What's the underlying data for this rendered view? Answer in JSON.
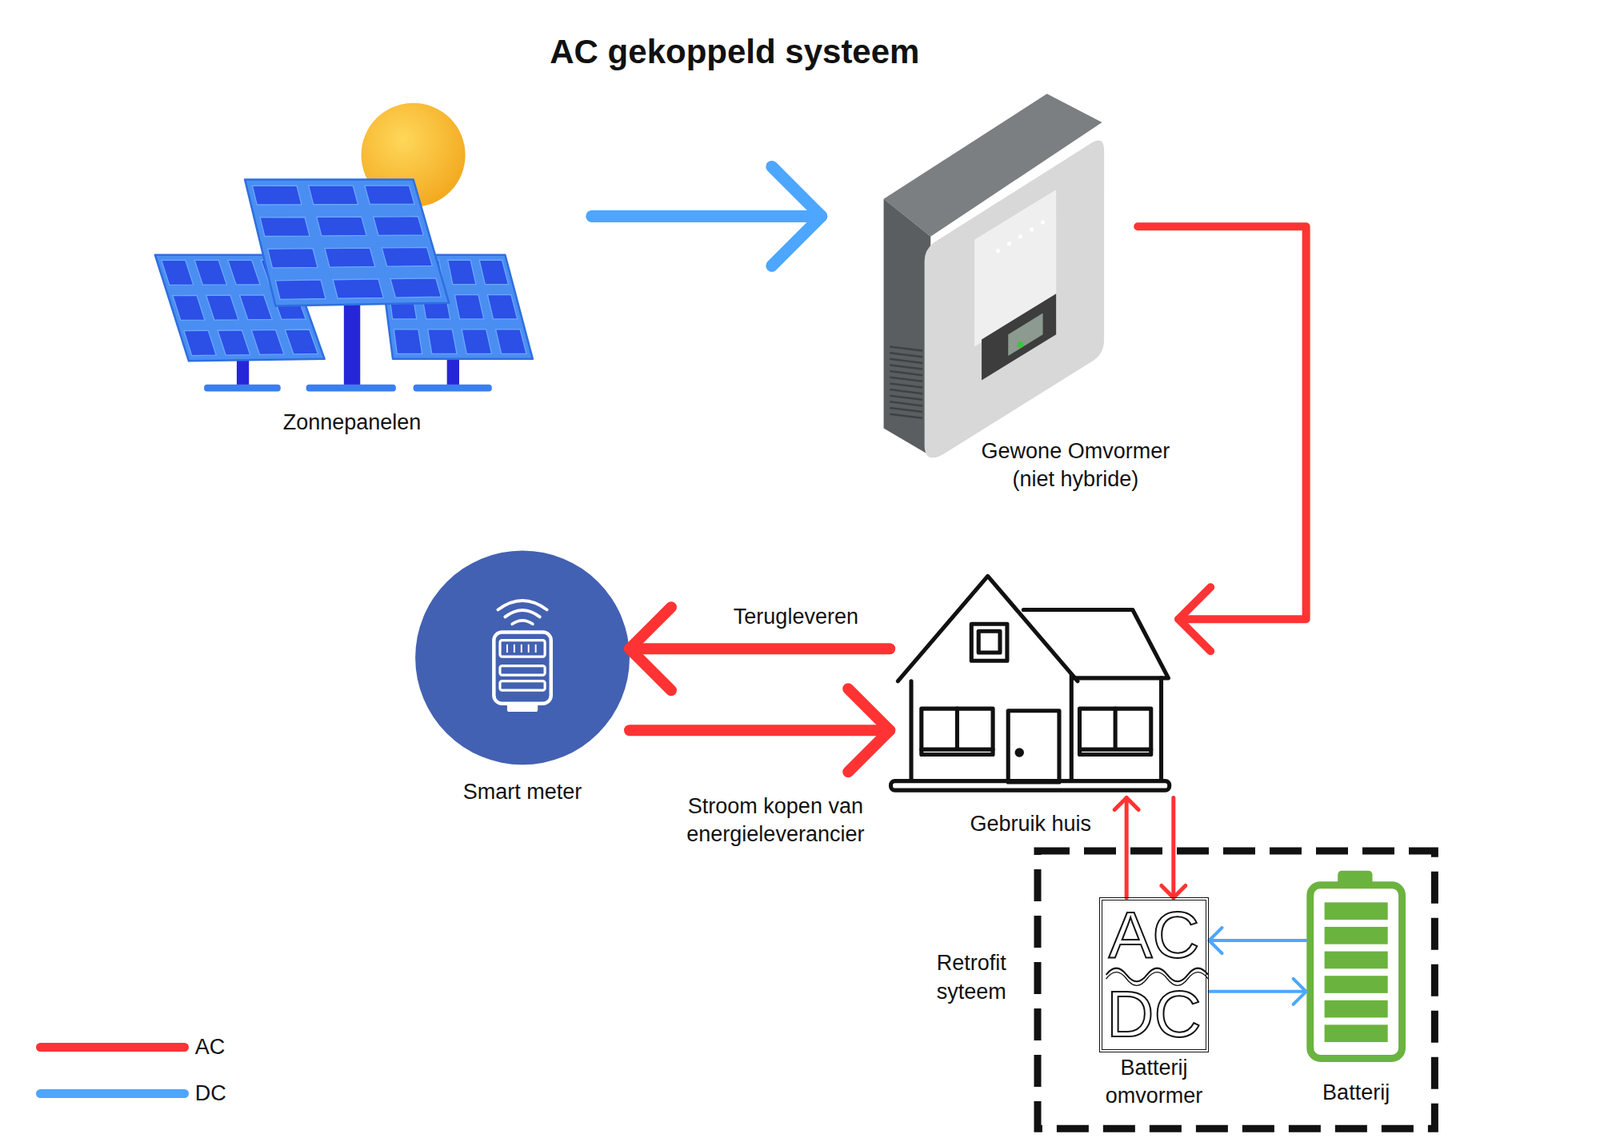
{
  "diagram": {
    "title": "AC gekoppeld systeem",
    "nodes": [
      {
        "text": [
          "Zonnepanelen"
        ]
      },
      {
        "text": [
          "Gewone Omvormer (niet hybride)"
        ]
      },
      {
        "text": [
          "Smart meter"
        ]
      },
      {
        "text": [
          "Gebruik huis"
        ]
      },
      {
        "text": [
          "Retrofit syteem"
        ]
      },
      {
        "text": [
          "AC",
          "DC",
          "Batterij omvormer"
        ],
        "in": 4
      },
      {
        "text": [
          "Batterij"
        ],
        "in": 4
      }
    ],
    "edges": [
      {
        "from": 0,
        "to": 1,
        "arrow": "to"
      },
      {
        "from": 1,
        "to": 3,
        "arrow": "to"
      },
      {
        "from": 3,
        "to": 2,
        "label": "Terugleveren",
        "arrow": "to"
      },
      {
        "from": 2,
        "to": 3,
        "label": "Stroom kopen van energieleverancier",
        "arrow": "to"
      },
      {
        "from": 5,
        "to": 3,
        "arrow": "to"
      },
      {
        "from": 3,
        "to": 5,
        "arrow": "to"
      },
      {
        "from": 6,
        "to": 5,
        "arrow": "to"
      },
      {
        "from": 5,
        "to": 6,
        "arrow": "to"
      }
    ],
    "legend": [
      {
        "text": "AC",
        "color": "#ff3333"
      },
      {
        "text": "DC",
        "color": "#4da6ff"
      }
    ]
  }
}
